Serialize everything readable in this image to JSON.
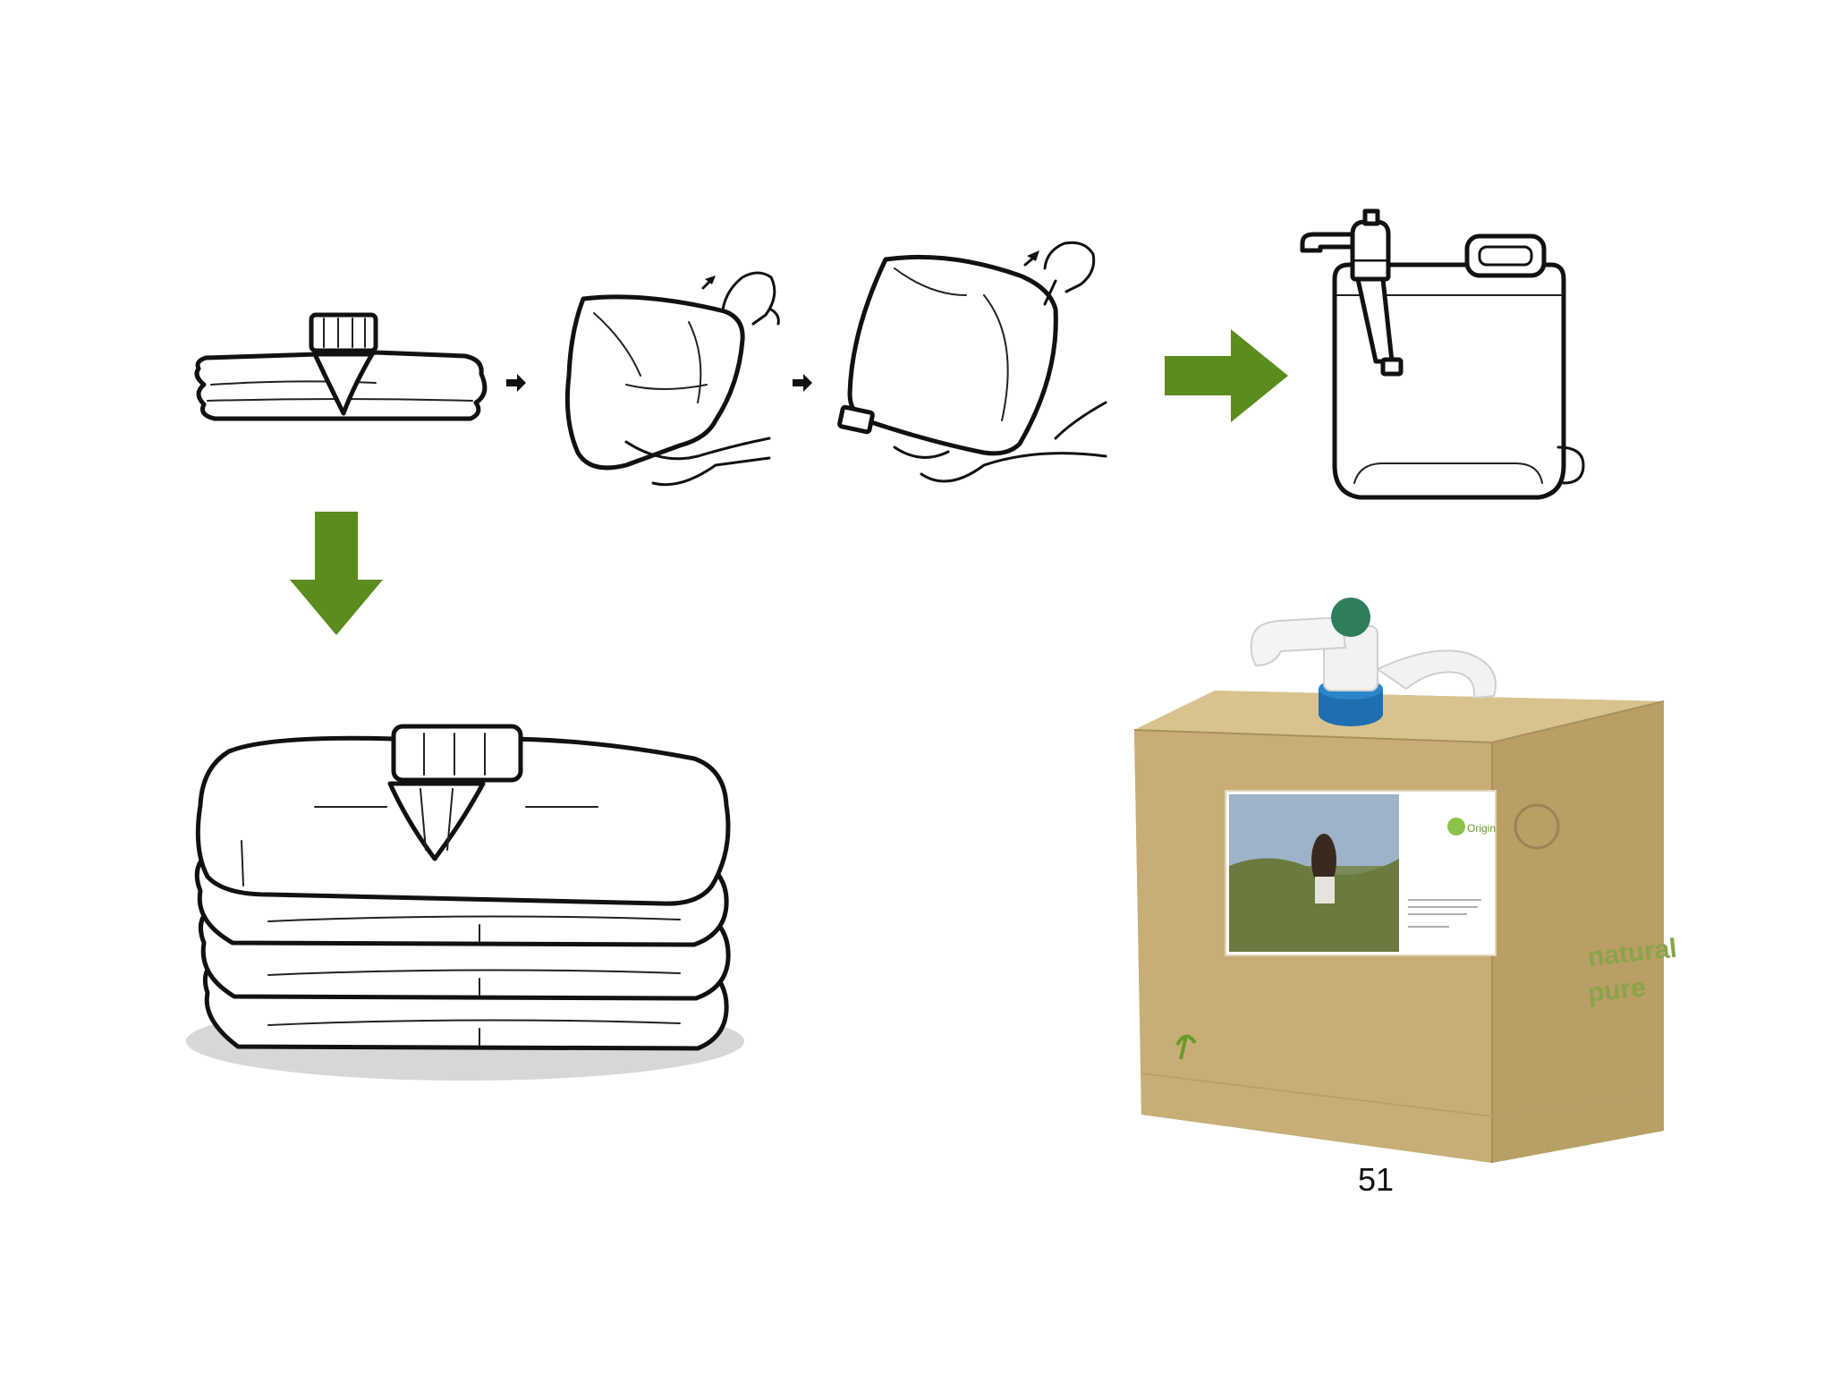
{
  "page_number": "51",
  "colors": {
    "arrow_green": "#5b8c1d",
    "cardboard": "#c9b07a",
    "cardboard_side": "#b99e66",
    "cardboard_top": "#d8c38f",
    "tap_cap": "#2e7d5b",
    "tap_ring": "#1f6fb0"
  },
  "icons": {
    "step_arrow": "small-right-arrow",
    "flow_arrow": "green-block-arrow"
  },
  "box_label": {
    "brand_mark": "Origin",
    "side_text_1": "natural",
    "side_text_2": "pure"
  }
}
